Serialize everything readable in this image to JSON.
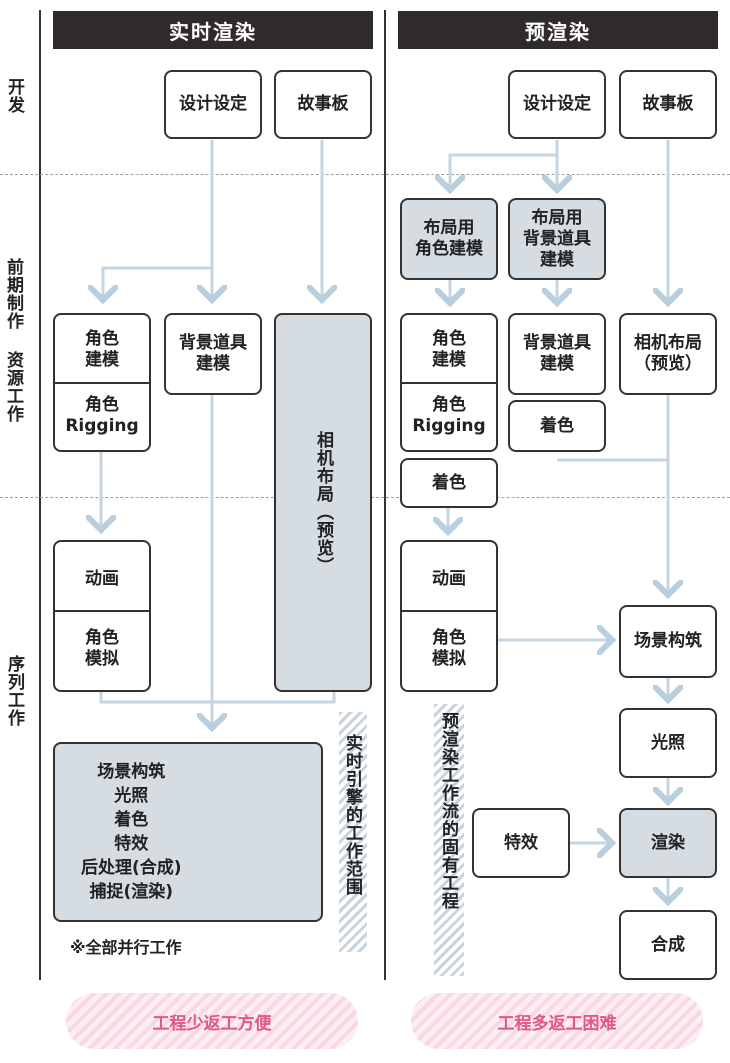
{
  "headers": {
    "left": "实时渲染",
    "right": "预渲染"
  },
  "phases": {
    "development": "开发",
    "preproduction": "前期制作 资源工作",
    "sequence": "序列工作"
  },
  "realtime": {
    "design": "设计设定",
    "storyboard": "故事板",
    "char_model": "角色\n建模",
    "char_rigging": "角色\nRigging",
    "bg_model": "背景道具\n建模",
    "camera_layout": "相机布局（预览）",
    "animation": "动画",
    "char_sim": "角色\n模拟",
    "combined_items": [
      "场景构筑",
      "光照",
      "着色",
      "特效",
      "后处理(合成)",
      "捕捉(渲染)"
    ],
    "note": "※全部并行工作",
    "engine_scope": "实时引擎的工作范围",
    "footer": "工程少返工方便"
  },
  "prerender": {
    "design": "设计设定",
    "storyboard": "故事板",
    "layout_char_model": "布局用\n角色建模",
    "layout_bg_model": "布局用\n背景道具\n建模",
    "char_model": "角色\n建模",
    "char_rigging": "角色\nRigging",
    "char_shading": "着色",
    "bg_model": "背景道具\n建模",
    "bg_shading": "着色",
    "camera_layout": "相机布局\n（预览）",
    "animation": "动画",
    "char_sim": "角色\n模拟",
    "scene_build": "场景构筑",
    "lighting": "光照",
    "fx": "特效",
    "render": "渲染",
    "composite": "合成",
    "workflow_note": "预渲染工作流的固有工程",
    "footer": "工程多返工困难"
  },
  "colors": {
    "header_bg": "#2f2b2b",
    "gray_box": "#d5dde2",
    "arrow": "#b9cfdd",
    "footer_text": "#e0578a"
  }
}
